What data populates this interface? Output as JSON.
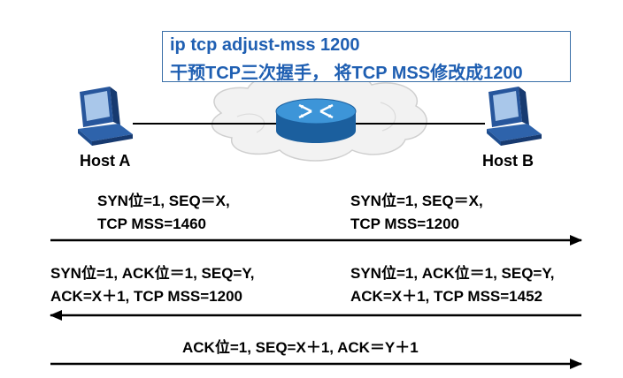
{
  "callout": {
    "line1": "ip tcp adjust-mss 1200",
    "line2": "干预TCP三次握手， 将TCP MSS修改成1200"
  },
  "hosts": {
    "a": "Host A",
    "b": "Host B"
  },
  "messages": {
    "syn_left": [
      "SYN位=1, SEQ＝X,",
      "TCP MSS=1460"
    ],
    "syn_right": [
      "SYN位=1, SEQ＝X,",
      "TCP MSS=1200"
    ],
    "synack_left": [
      "SYN位=1, ACK位＝1, SEQ=Y,",
      "ACK=X＋1, TCP MSS=1200"
    ],
    "synack_right": [
      "SYN位=1, ACK位＝1, SEQ=Y,",
      "ACK=X＋1, TCP MSS=1452"
    ],
    "ack": "ACK位=1, SEQ=X＋1, ACK＝Y＋1"
  },
  "colors": {
    "callout_text": "#1f5fb2",
    "router_body": "#2c7fc4",
    "computer": "#1e4d8f"
  },
  "icons": [
    "computer-icon",
    "router-icon",
    "network-cloud-icon"
  ]
}
